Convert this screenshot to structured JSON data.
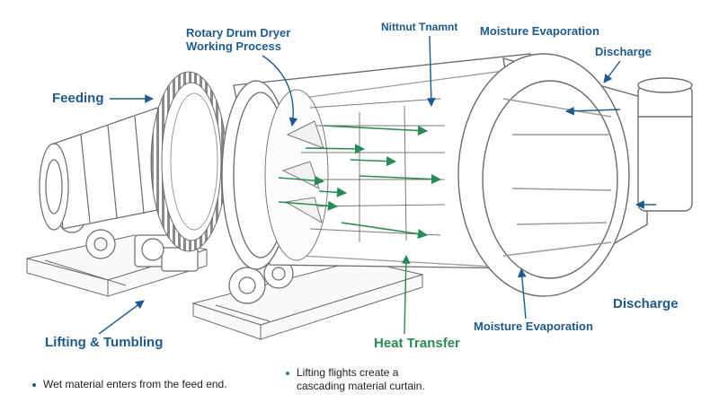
{
  "title_line1": "Rotary Drum Dryer",
  "title_line2": "Working Process",
  "labels": {
    "feeding": "Feeding",
    "unclear_header": "Nittnut Tnamnt",
    "moisture_top": "Moisture Evaporation",
    "discharge_top": "Discharge",
    "discharge_right": "Discharge",
    "moisture_bottom": "Moisture Evaporation",
    "heat_transfer": "Heat Transfer",
    "lifting": "Lifting & Tumbling"
  },
  "notes": {
    "left": "Wet material enters from the feed end.",
    "right_line1": "Lifting flights create a",
    "right_line2": "cascading material curtain."
  },
  "colors": {
    "blue": "#1f5a8c",
    "green": "#2a8a57",
    "line": "#6b6b6b"
  }
}
